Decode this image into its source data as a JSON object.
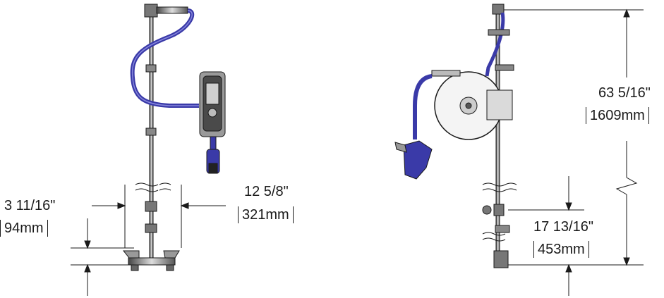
{
  "dimensions": {
    "height_total": {
      "imperial": "63 5/16\"",
      "metric": "1609mm"
    },
    "height_lower": {
      "imperial": "17 13/16\"",
      "metric": "453mm"
    },
    "width": {
      "imperial": "12 5/8\"",
      "metric": "321mm"
    },
    "offset": {
      "imperial": "3 11/16\"",
      "metric": "94mm"
    }
  },
  "colors": {
    "hose": "#3a3aa8",
    "line": "#1a1a1a",
    "part": "#555555"
  }
}
